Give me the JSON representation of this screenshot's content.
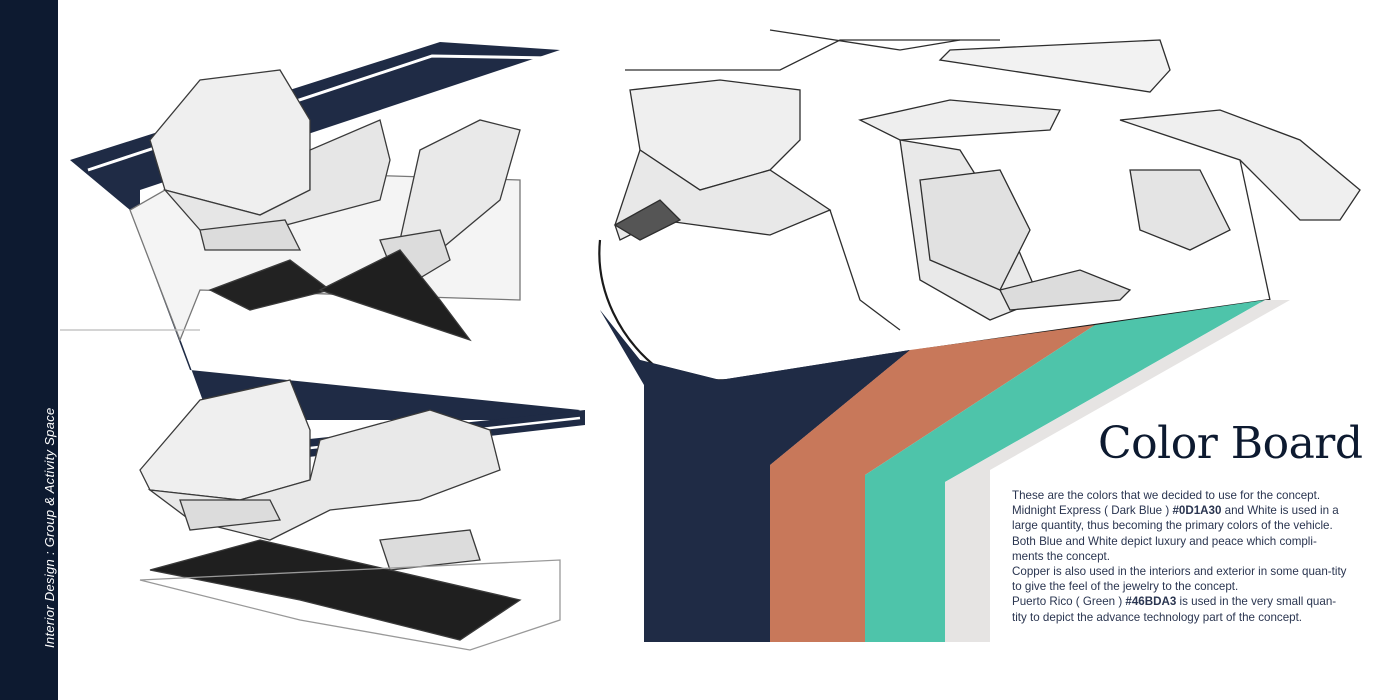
{
  "sidebar": {
    "title": "Interior Design  : Group & Activity Space"
  },
  "board": {
    "title": "Color Board",
    "paragraphs": [
      [
        "These are the colors that we decided to use for the concept. Midnight Express ( Dark Blue ) ",
        "#0D1A30",
        "  and White is used in a large quantity, thus becoming the primary colors of the vehicle."
      ],
      [
        "Both Blue and White depict luxury and peace which compli-ments the concept."
      ],
      [
        "Copper is also used in the interiors and exterior in some quan-tity to give the feel of the jewelry to the concept."
      ],
      [
        "Puerto Rico ( Green ) ",
        "#46BDA3",
        " is used in the very small quan-tity to depict the advance technology part of the concept."
      ]
    ]
  },
  "swatches": [
    {
      "name": "Midnight Express",
      "hex": "#0D1A30",
      "display": "#1F2B45"
    },
    {
      "name": "Copper",
      "hex": "#C8785A",
      "display": "#C8785A"
    },
    {
      "name": "Puerto Rico",
      "hex": "#46BDA3",
      "display": "#4EC4AA"
    },
    {
      "name": "White",
      "hex": "#E6E4E3",
      "display": "#E6E4E3"
    }
  ]
}
